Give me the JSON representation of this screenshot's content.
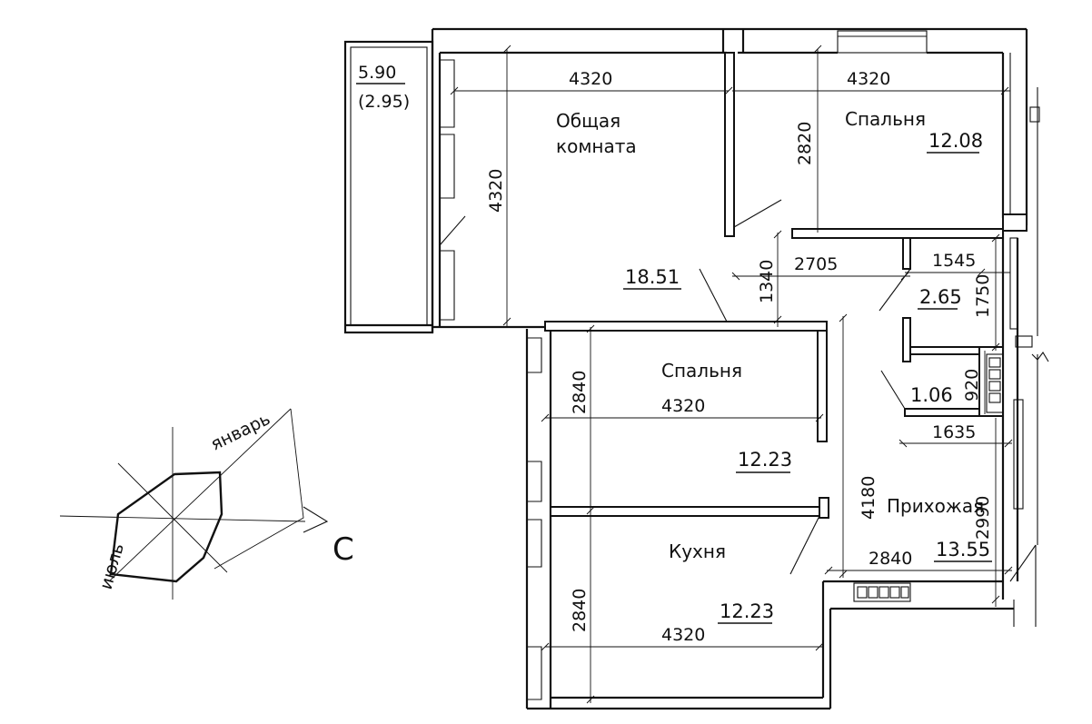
{
  "rooms": {
    "living": {
      "name_line1": "Общая",
      "name_line2": "комната",
      "area": "18.51"
    },
    "bedroom1": {
      "name": "Спальня",
      "area": "12.08"
    },
    "bedroom2": {
      "name": "Спальня",
      "area": "12.23"
    },
    "kitchen": {
      "name": "Кухня",
      "area": "12.23"
    },
    "hall": {
      "name": "Прихожая",
      "area": "13.55"
    },
    "bath": {
      "area": "2.65"
    },
    "wc": {
      "area": "1.06"
    },
    "balcony": {
      "area": "5.90",
      "area_reduced": "(2.95)"
    }
  },
  "dimensions": {
    "living_width": "4320",
    "living_depth": "4320",
    "bedroom1_width": "4320",
    "bedroom1_depth": "2820",
    "corridor_depth": "1340",
    "corridor_width": "2705",
    "bath_width": "1545",
    "bath_depth": "1750",
    "bedroom2_width": "4320",
    "bedroom2_depth": "2840",
    "wc_depth": "920",
    "wc_width": "1635",
    "hall_depth": "4180",
    "hall_depth2": "2990",
    "hall_width": "2840",
    "kitchen_width": "4320",
    "kitchen_depth": "2840"
  },
  "wind_rose": {
    "january_label": "январь",
    "july_label": "июль",
    "north_label": "С"
  }
}
